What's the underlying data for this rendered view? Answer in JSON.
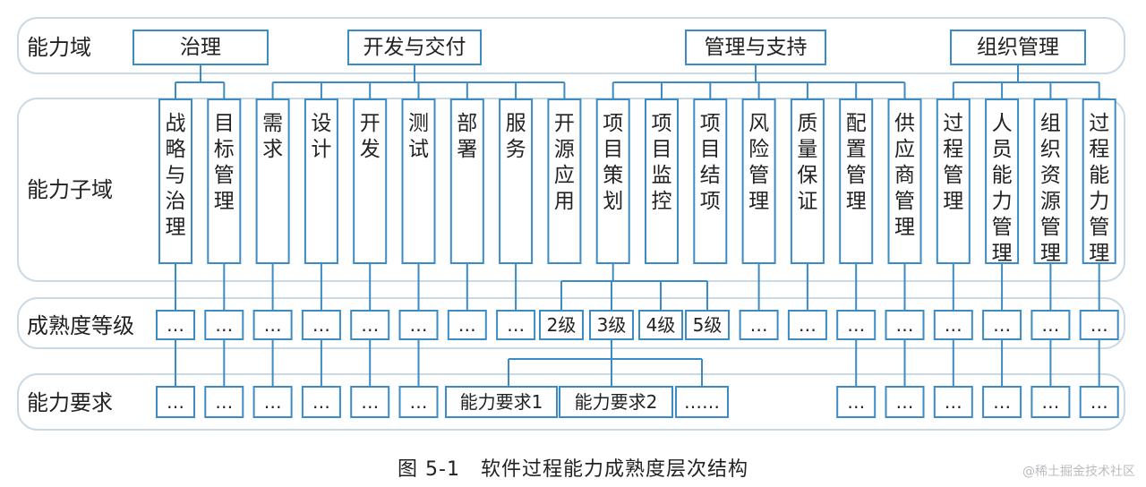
{
  "rows": {
    "domain": "能力域",
    "subdomain": "能力子域",
    "level": "成熟度等级",
    "requirement": "能力要求"
  },
  "domains": [
    "治理",
    "开发与交付",
    "管理与支持",
    "组织管理"
  ],
  "subdomains": [
    "战略与治理",
    "目标管理",
    "需求",
    "设计",
    "开发",
    "测试",
    "部署",
    "服务",
    "开源应用",
    "项目策划",
    "项目监控",
    "项目结项",
    "风险管理",
    "质量保证",
    "配置管理",
    "供应商管理",
    "过程管理",
    "人员能力管理",
    "组织资源管理",
    "过程能力管理"
  ],
  "levels": [
    "…",
    "…",
    "…",
    "…",
    "…",
    "…",
    "…",
    "…",
    "2级",
    "3级",
    "4级",
    "5级",
    "…",
    "…",
    "…",
    "…",
    "…",
    "…",
    "…",
    "…"
  ],
  "requirements": [
    "…",
    "…",
    "…",
    "…",
    "…",
    "…",
    "能力要求1",
    "能力要求2",
    "……",
    "…",
    "…",
    "…",
    "…",
    "…",
    "…"
  ],
  "caption": "图 5-1　软件过程能力成熟度层次结构",
  "watermark": "@稀土掘金技术社区",
  "colors": {
    "box": "#3b8bc4",
    "line": "#3b8bc4",
    "band": "#c9d9e6"
  }
}
